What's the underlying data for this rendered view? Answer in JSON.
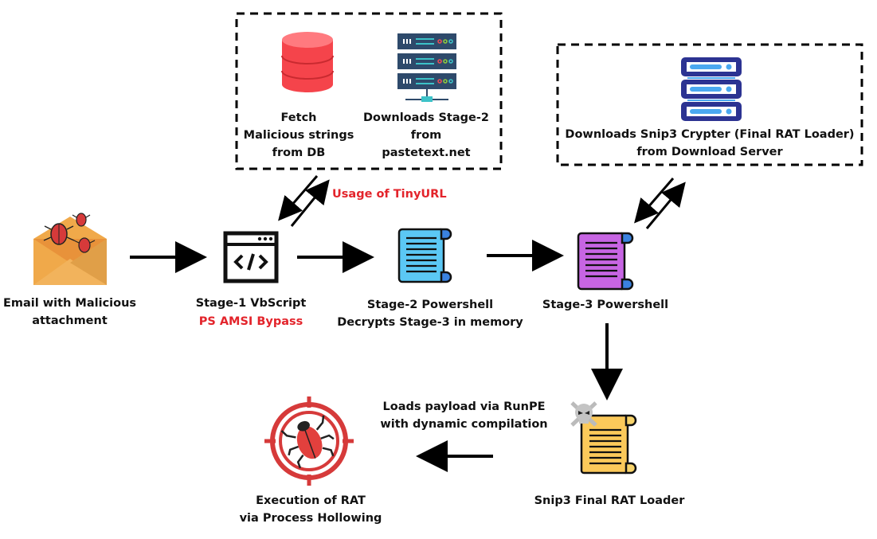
{
  "colors": {
    "annotation_red": "#e3242b",
    "database_red": "#f5444b",
    "server_navy": "#2e4a6b",
    "download_server_indigo": "#2c3392",
    "stage2_blue": "#5bc8f5",
    "stage3_purple": "#c765e3",
    "loader_yellow": "#fbc95a",
    "envelope_orange": "#f0a94a",
    "target_red": "#d63a3a"
  },
  "boxes": {
    "c2_box": {
      "fetch_label": [
        "Fetch",
        "Malicious strings",
        "from DB"
      ],
      "download_label": [
        "Downloads Stage-2",
        "from",
        "pastetext.net"
      ]
    },
    "download_server_box": {
      "label": [
        "Downloads Snip3 Crypter (Final RAT Loader)",
        "from Download Server"
      ]
    }
  },
  "nodes": {
    "email": {
      "label": [
        "Email with Malicious",
        "attachment"
      ],
      "icon": "infected-envelope-icon"
    },
    "stage1": {
      "label": "Stage-1 VbScript",
      "sublabel": "PS AMSI Bypass",
      "icon": "code-window-icon"
    },
    "stage2": {
      "label": [
        "Stage-2 Powershell",
        "Decrypts Stage-3 in memory"
      ],
      "icon": "blue-scroll-icon"
    },
    "stage3": {
      "label": "Stage-3 Powershell",
      "icon": "purple-scroll-icon"
    },
    "loader": {
      "label": "Snip3 Final RAT Loader",
      "icon": "skull-scroll-icon"
    },
    "rat": {
      "label": [
        "Execution of RAT",
        "via Process Hollowing"
      ],
      "icon": "bug-target-icon"
    }
  },
  "annotations": {
    "tinyurl": "Usage of TinyURL",
    "runpe": [
      "Loads payload via RunPE",
      "with dynamic compilation"
    ]
  }
}
